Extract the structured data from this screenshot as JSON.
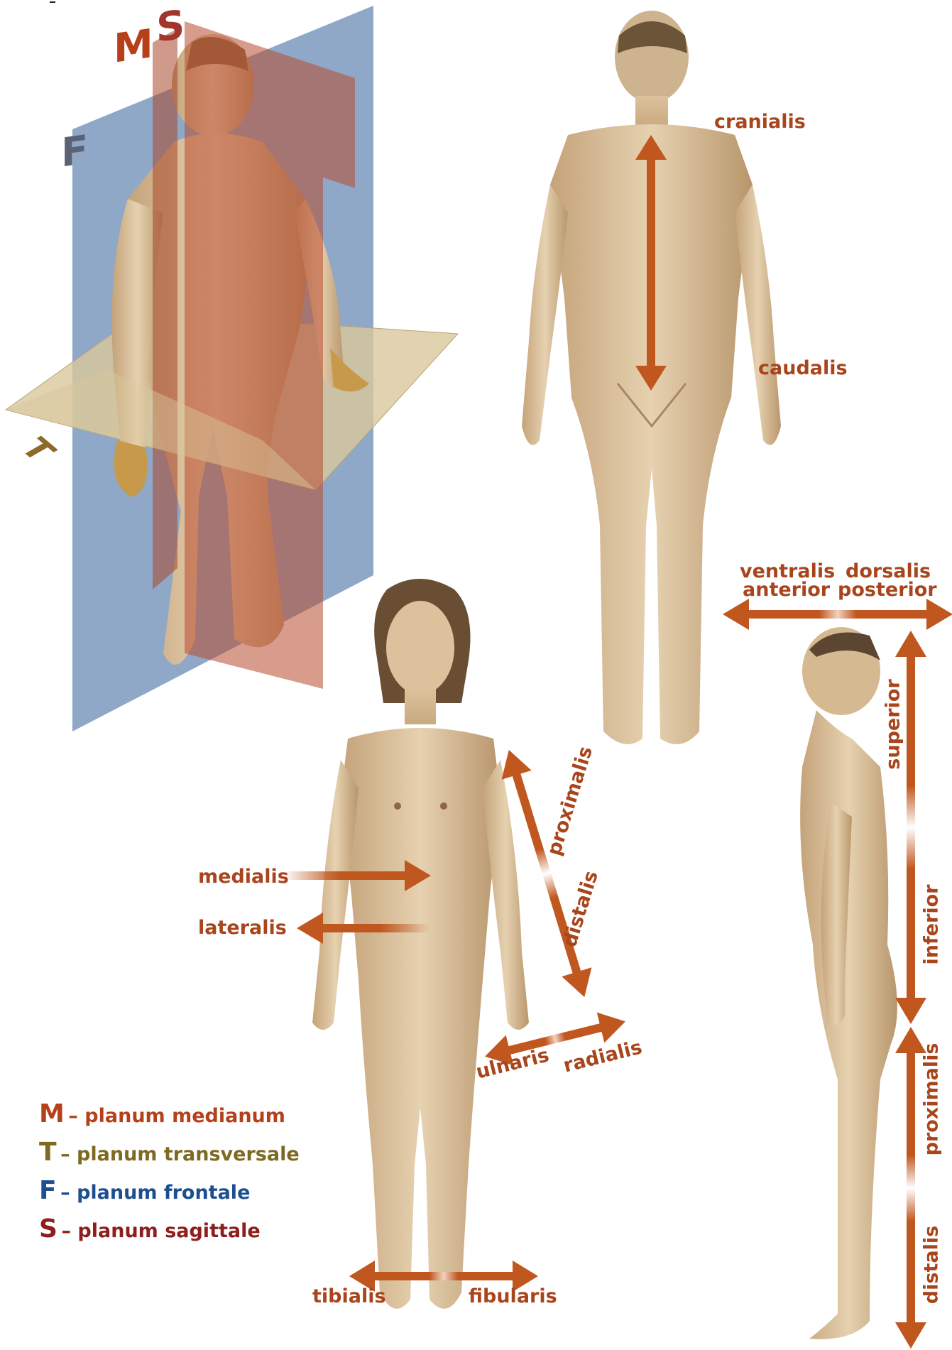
{
  "planes": {
    "m_letter": "M",
    "s_letter": "S",
    "f_letter": "F",
    "t_letter": "T"
  },
  "labels": {
    "cranialis": "cranialis",
    "caudalis": "caudalis",
    "ventralis": "ventralis",
    "anterior": "anterior",
    "dorsalis": "dorsalis",
    "posterior": "posterior",
    "superior": "superior",
    "inferior": "inferior",
    "proximalis_arm": "proximalis",
    "distalis_arm": "distalis",
    "medialis": "medialis",
    "lateralis": "lateralis",
    "ulnaris": "ulnaris",
    "radialis": "radialis",
    "proximalis_leg": "proximalis",
    "distalis_leg": "distalis",
    "tibialis": "tibialis",
    "fibularis": "fibularis"
  },
  "legend": [
    {
      "key": "M",
      "text": "– planum medianum",
      "color": "#b5401a"
    },
    {
      "key": "T",
      "text": "– planum transversale",
      "color": "#7d6a22"
    },
    {
      "key": "F",
      "text": "– planum frontale",
      "color": "#1d4f8e"
    },
    {
      "key": "S",
      "text": "– planum sagittale",
      "color": "#8e1d1d"
    }
  ],
  "colors": {
    "arrow": "#c0571f",
    "label": "#a8451c",
    "skin": "#d9bf98",
    "plane_frontal": "#6f8fb9",
    "plane_sagittal": "#b84a2e",
    "plane_median": "#a9472b",
    "plane_transverse": "#d9c79c"
  }
}
